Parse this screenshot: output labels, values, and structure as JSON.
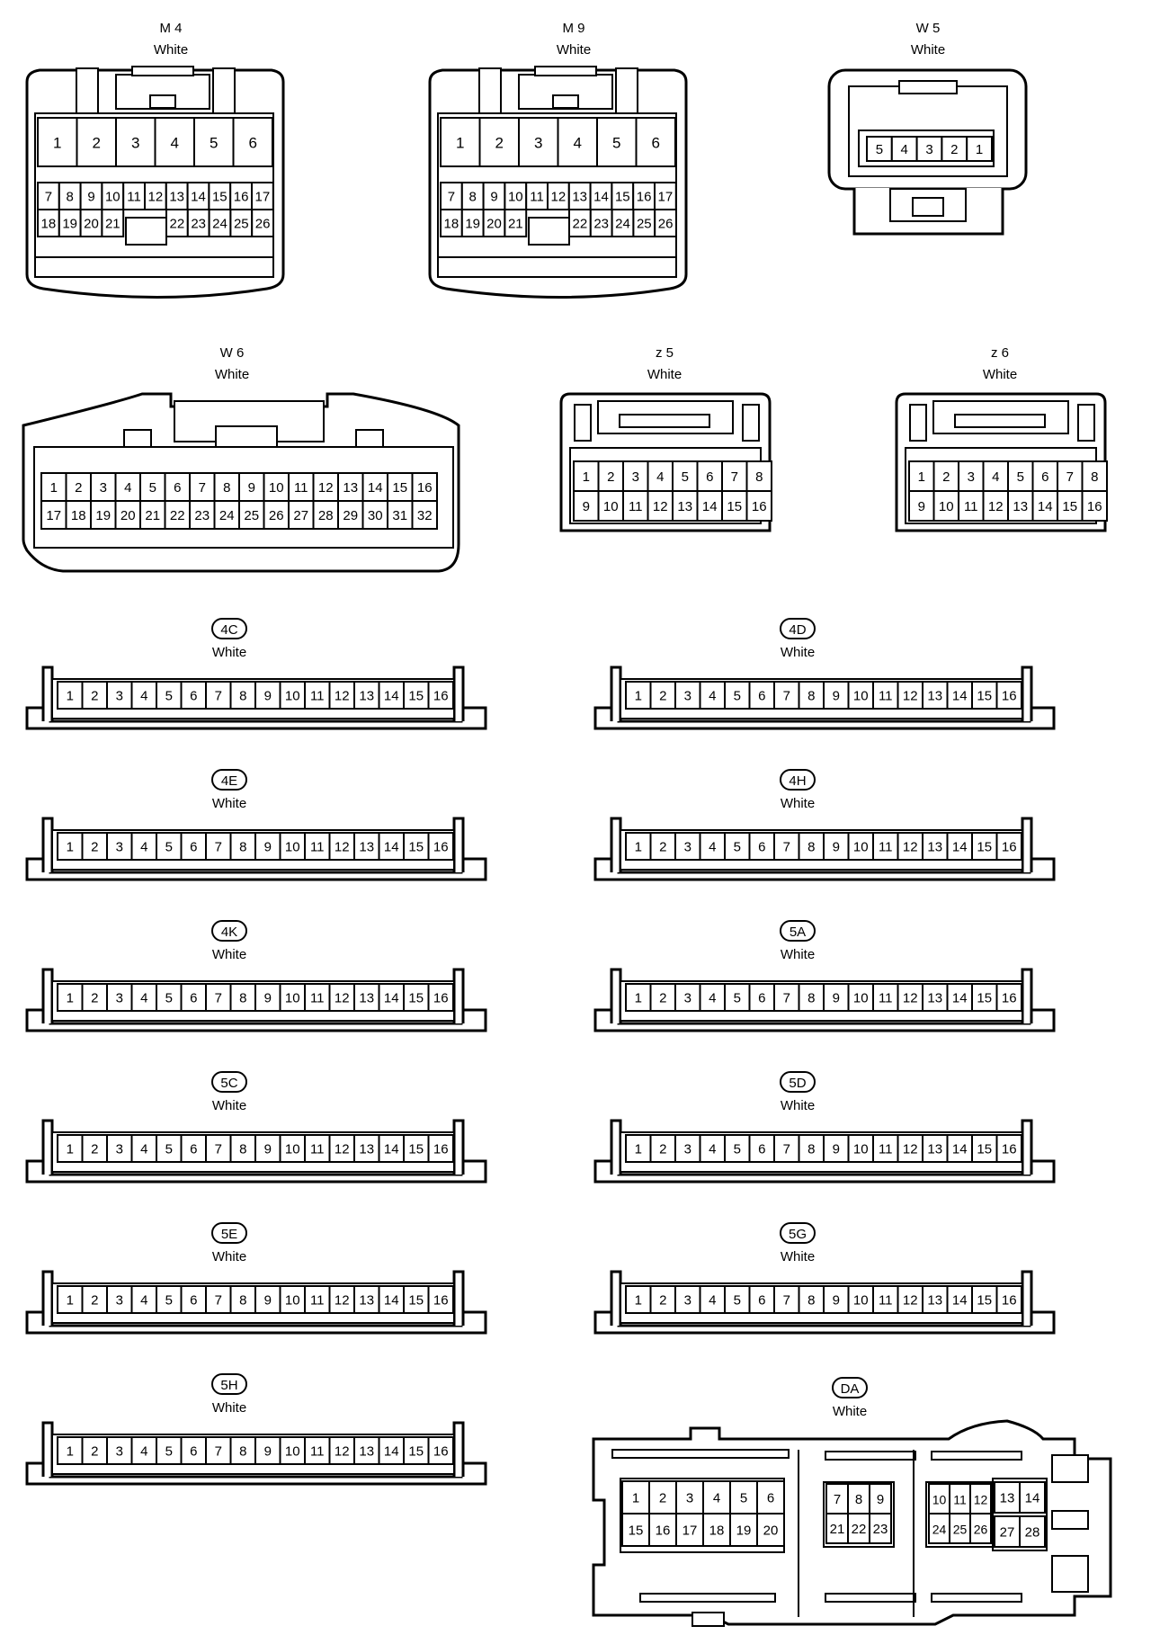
{
  "connectors": {
    "M4": {
      "code": "M 4",
      "color": "White"
    },
    "M9": {
      "code": "M 9",
      "color": "White"
    },
    "W5": {
      "code": "W 5",
      "color": "White",
      "pins": [
        "5",
        "4",
        "3",
        "2",
        "1"
      ]
    },
    "W6": {
      "code": "W 6",
      "color": "White"
    },
    "z5": {
      "code": "z 5",
      "color": "White"
    },
    "z6": {
      "code": "z 6",
      "color": "White"
    },
    "4C": {
      "code": "4C",
      "color": "White"
    },
    "4D": {
      "code": "4D",
      "color": "White"
    },
    "4E": {
      "code": "4E",
      "color": "White"
    },
    "4H": {
      "code": "4H",
      "color": "White"
    },
    "4K": {
      "code": "4K",
      "color": "White"
    },
    "5A": {
      "code": "5A",
      "color": "White"
    },
    "5C": {
      "code": "5C",
      "color": "White"
    },
    "5D": {
      "code": "5D",
      "color": "White"
    },
    "5E": {
      "code": "5E",
      "color": "White"
    },
    "5G": {
      "code": "5G",
      "color": "White"
    },
    "5H": {
      "code": "5H",
      "color": "White"
    },
    "DA": {
      "code": "DA",
      "color": "White"
    }
  },
  "pin_layouts": {
    "large_26": {
      "row1": [
        "1",
        "2",
        "3",
        "4",
        "5",
        "6"
      ],
      "row2": [
        "7",
        "8",
        "9",
        "10",
        "11",
        "12",
        "13",
        "14",
        "15",
        "16",
        "17"
      ],
      "row3_left": [
        "18",
        "19",
        "20",
        "21"
      ],
      "row3_right": [
        "22",
        "23",
        "24",
        "25",
        "26"
      ]
    },
    "w6_32": {
      "row1": [
        "1",
        "2",
        "3",
        "4",
        "5",
        "6",
        "7",
        "8",
        "9",
        "10",
        "11",
        "12",
        "13",
        "14",
        "15",
        "16"
      ],
      "row2": [
        "17",
        "18",
        "19",
        "20",
        "21",
        "22",
        "23",
        "24",
        "25",
        "26",
        "27",
        "28",
        "29",
        "30",
        "31",
        "32"
      ]
    },
    "z_16": {
      "row1": [
        "1",
        "2",
        "3",
        "4",
        "5",
        "6",
        "7",
        "8"
      ],
      "row2": [
        "9",
        "10",
        "11",
        "12",
        "13",
        "14",
        "15",
        "16"
      ]
    },
    "strip_16": [
      "1",
      "2",
      "3",
      "4",
      "5",
      "6",
      "7",
      "8",
      "9",
      "10",
      "11",
      "12",
      "13",
      "14",
      "15",
      "16"
    ],
    "da": {
      "a_row1": [
        "1",
        "2",
        "3",
        "4",
        "5",
        "6"
      ],
      "a_row2": [
        "15",
        "16",
        "17",
        "18",
        "19",
        "20"
      ],
      "b_row1": [
        "7",
        "8",
        "9"
      ],
      "b_row2": [
        "21",
        "22",
        "23"
      ],
      "c_row1": [
        "10",
        "11",
        "12"
      ],
      "c_row2": [
        "24",
        "25",
        "26"
      ],
      "d_row1": [
        "13",
        "14"
      ],
      "d_row2": [
        "27",
        "28"
      ]
    }
  }
}
